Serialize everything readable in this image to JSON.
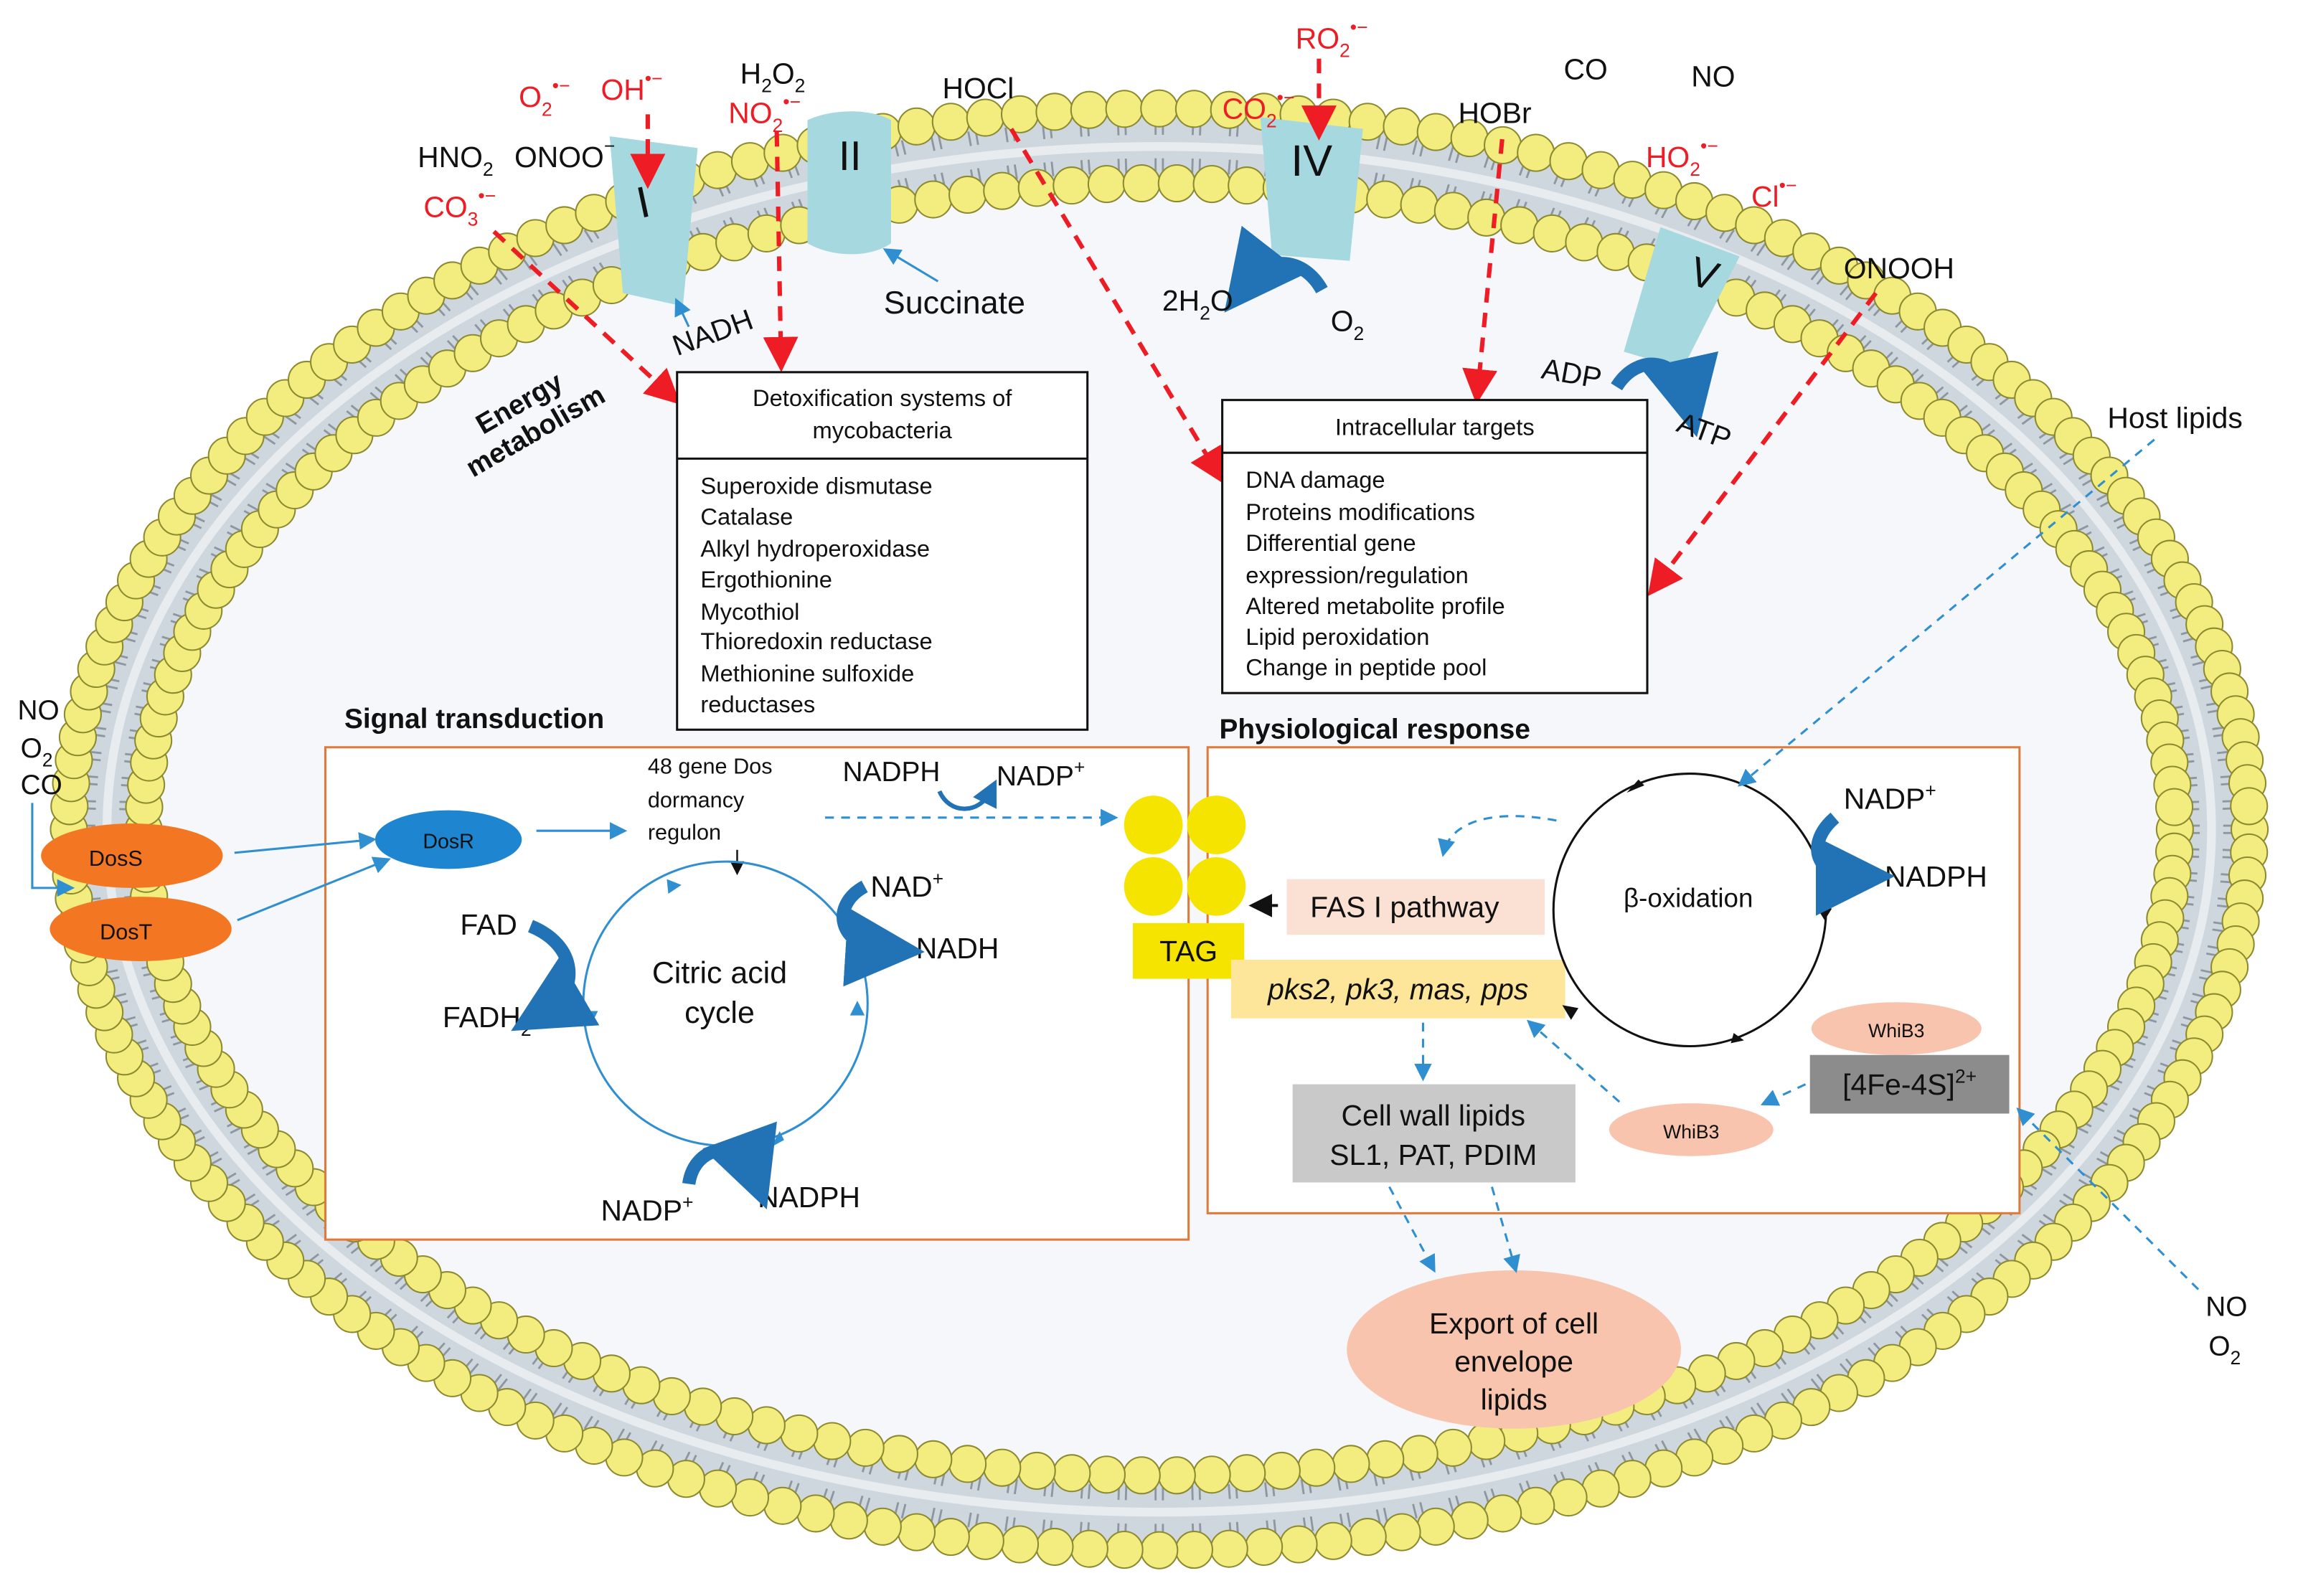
{
  "species": {
    "o2_radical": {
      "main": "O",
      "sub": "2",
      "sup": "•−"
    },
    "oh_radical": {
      "main": "OH",
      "sup": "•−"
    },
    "h2o2": {
      "pre": "H",
      "sub": "2",
      "post": "O",
      "sub2": "2"
    },
    "no2_radical": {
      "main": "NO",
      "sub": "2",
      "sup": "•−"
    },
    "hocl": "HOCl",
    "ro2_radical": {
      "main": "RO",
      "sub": "2",
      "sup": "•−"
    },
    "co2_radical": {
      "main": "CO",
      "sub": "2",
      "sup": "•−"
    },
    "hobr": "HOBr",
    "co": "CO",
    "no": "NO",
    "ho2_radical": {
      "main": "HO",
      "sub": "2",
      "sup": "•−"
    },
    "cl_radical": {
      "main": "Cl",
      "sup": "•−"
    },
    "onooh": "ONOOH",
    "hno2": {
      "main": "HNO",
      "sub": "2"
    },
    "onoo": {
      "main": "ONOO",
      "sup": "−"
    },
    "co3_radical": {
      "main": "CO",
      "sub": "3",
      "sup": "•−"
    }
  },
  "complexes": {
    "c1": "I",
    "c2": "II",
    "c4": "IV",
    "c5": "V"
  },
  "membrane_labels": {
    "nadh": "NADH",
    "succinate": "Succinate",
    "water": {
      "pre": "2H",
      "sub": "2",
      "post": "O"
    },
    "oxygen": {
      "main": "O",
      "sub": "2"
    },
    "adp": "ADP",
    "atp": "ATP",
    "energy_metabolism": [
      "Energy",
      "metabolism"
    ],
    "host_lipids": "Host lipids"
  },
  "detox_box": {
    "title": [
      "Detoxification systems of",
      "mycobacteria"
    ],
    "items": [
      "Superoxide dismutase",
      "Catalase",
      "Alkyl hydroperoxidase",
      "Ergothionine",
      "Mycothiol",
      "Thioredoxin reductase",
      "Methionine sulfoxide",
      "reductases"
    ]
  },
  "targets_box": {
    "title": "Intracellular targets",
    "items": [
      "DNA damage",
      "Proteins modifications",
      "Differential gene",
      "expression/regulation",
      "Altered metabolite profile",
      "Lipid peroxidation",
      "Change in peptide pool"
    ]
  },
  "signal": {
    "heading": "Signal transduction",
    "left_gases": {
      "no": "NO",
      "o2": {
        "main": "O",
        "sub": "2"
      },
      "co": "CO"
    },
    "dos_s": "DosS",
    "dos_t": "DosT",
    "dos_r": "DosR",
    "regulon": [
      "48 gene Dos",
      "dormancy",
      "regulon"
    ],
    "nadph_top": "NADPH",
    "nadp_top": {
      "main": "NADP",
      "sup": "+"
    },
    "fad": "FAD",
    "fadh2": {
      "main": "FADH",
      "sub": "2"
    },
    "nad": {
      "main": "NAD",
      "sup": "+"
    },
    "nadh": "NADH",
    "cycle": [
      "Citric acid",
      "cycle"
    ],
    "nadp_bottom": {
      "main": "NADP",
      "sup": "+"
    },
    "nadph_bottom": "NADPH"
  },
  "physiology": {
    "heading": "Physiological response",
    "tag": "TAG",
    "fas": "FAS I pathway",
    "pks": "pks2, pk3, mas, pps",
    "beta": "β-oxidation",
    "nadp": {
      "main": "NADP",
      "sup": "+"
    },
    "nadph": "NADPH",
    "whib3_top": "WhiB3",
    "whib3_bottom": "WhiB3",
    "fes": {
      "main": "[4Fe-4S]",
      "sup": "2+"
    },
    "cell_wall": [
      "Cell wall lipids",
      "SL1, PAT, PDIM"
    ],
    "export": [
      "Export of cell",
      "envelope",
      "lipids"
    ],
    "right_gases": {
      "no": "NO",
      "o2": {
        "main": "O",
        "sub": "2"
      }
    }
  },
  "colors": {
    "ros_red": "#ee1c24",
    "complex_blue": "#a6d8e0",
    "lipid_head": "#f3ec7e",
    "lipid_outline": "#8c8a30",
    "arrow_blue": "#2f8fd1",
    "curve_blue": "#2273b5",
    "dos_orange": "#f37722",
    "dosr_blue": "#1e86d1",
    "box_orange": "#e07a3a",
    "tag_yellow": "#f5e400",
    "fas_pink": "#fbe1d4",
    "pks_yellow": "#fde59a",
    "whib3_salmon": "#f8c4ae",
    "grey_box": "#c9c9c9",
    "dark_grey": "#8c8c8c"
  }
}
